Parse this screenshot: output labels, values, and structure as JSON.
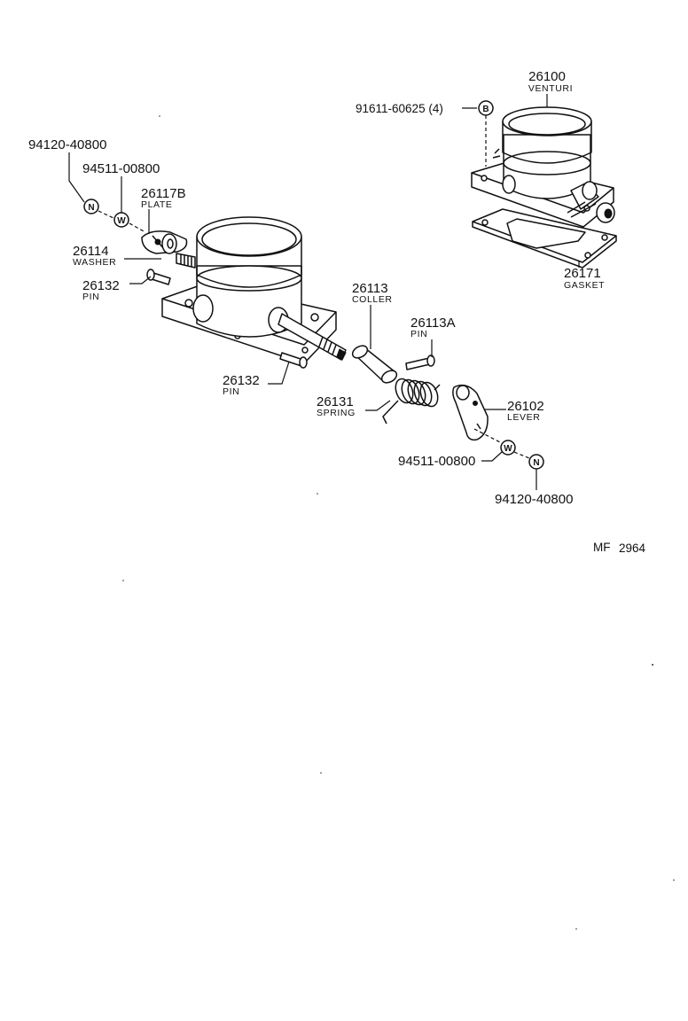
{
  "diagram": {
    "code": {
      "prefix": "MF",
      "number": "2964"
    },
    "parts": {
      "venturi": {
        "number": "26100",
        "name": "VENTURI"
      },
      "gasket": {
        "number": "26171",
        "name": "GASKET"
      },
      "bolt_ref": {
        "number": "91611-60625 (4)",
        "symbol": "B"
      },
      "nut_top": {
        "number": "94120-40800",
        "symbol": "N"
      },
      "washer_top": {
        "number": "94511-00800",
        "symbol": "W"
      },
      "plate": {
        "number": "26117B",
        "name": "PLATE"
      },
      "washer": {
        "number": "26114",
        "name": "WASHER"
      },
      "pin_upper": {
        "number": "26132",
        "name": "PIN"
      },
      "pin_lower": {
        "number": "26132",
        "name": "PIN"
      },
      "coller": {
        "number": "26113",
        "name": "COLLER"
      },
      "pin_a": {
        "number": "26113A",
        "name": "PIN"
      },
      "spring": {
        "number": "26131",
        "name": "SPRING"
      },
      "lever": {
        "number": "26102",
        "name": "LEVER"
      },
      "washer_bottom": {
        "number": "94511-00800",
        "symbol": "W"
      },
      "nut_bottom": {
        "number": "94120-40800",
        "symbol": "N"
      }
    }
  }
}
